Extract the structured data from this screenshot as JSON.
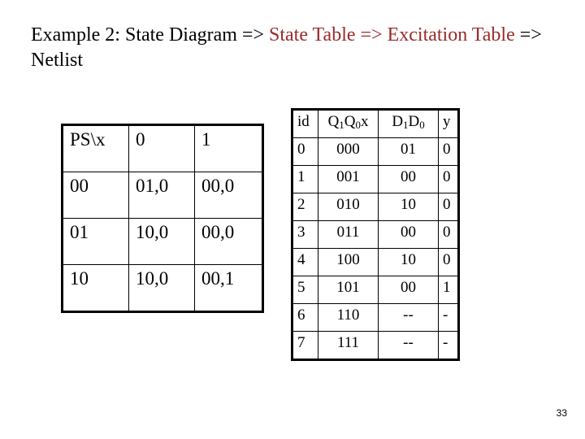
{
  "slide": {
    "page_number": "33",
    "colors": {
      "background": "#ffffff",
      "text": "#000000",
      "accent_red": "#9b2a2a",
      "border": "#000000"
    }
  },
  "title": {
    "full_text": "Example 2: State Diagram => State Table => Excitation Table => Netlist",
    "segments": [
      {
        "text": "Example 2: State Diagram => ",
        "color": "black"
      },
      {
        "text": "State Table => Excitation Table ",
        "color": "red"
      },
      {
        "text": "=> Netlist",
        "color": "black"
      }
    ],
    "seg1": "Example 2: State Diagram => ",
    "seg2": "State Table => Excitation Table ",
    "seg3": "=> Netlist"
  },
  "state_table": {
    "name": "State Table",
    "headers": [
      "PS\\x",
      "0",
      "1"
    ],
    "rows": [
      {
        "ps": "00",
        "x0": "01,0",
        "x1": "00,0"
      },
      {
        "ps": "01",
        "x0": "10,0",
        "x1": "00,0"
      },
      {
        "ps": "10",
        "x0": "10,0",
        "x1": "00,1"
      }
    ]
  },
  "excitation_table": {
    "name": "Excitation Table",
    "headers": {
      "id": "id",
      "inputs_prefix": "Q",
      "inputs": "Q1Q0x",
      "outputs": "D1D0",
      "y": "y"
    },
    "header_parts": {
      "id": "id",
      "q_main1": "Q",
      "q_sub1": "1",
      "q_main2": "Q",
      "q_sub2": "0",
      "q_x": "x",
      "d_main1": "D",
      "d_sub1": "1",
      "d_main2": "D",
      "d_sub2": "0",
      "y": "y"
    },
    "rows": [
      {
        "id": "0",
        "q": "000",
        "d": "01",
        "y": "0"
      },
      {
        "id": "1",
        "q": "001",
        "d": "00",
        "y": "0"
      },
      {
        "id": "2",
        "q": "010",
        "d": "10",
        "y": "0"
      },
      {
        "id": "3",
        "q": "011",
        "d": "00",
        "y": "0"
      },
      {
        "id": "4",
        "q": "100",
        "d": "10",
        "y": "0"
      },
      {
        "id": "5",
        "q": "101",
        "d": "00",
        "y": "1"
      },
      {
        "id": "6",
        "q": "110",
        "d": "--",
        "y": "-"
      },
      {
        "id": "7",
        "q": "111",
        "d": "--",
        "y": "-"
      }
    ]
  }
}
